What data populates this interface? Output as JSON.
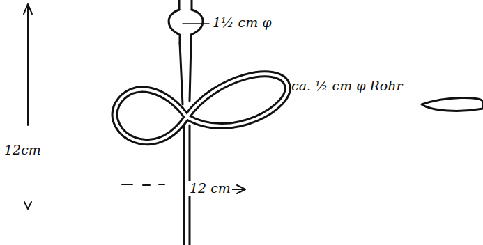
{
  "diagram": {
    "labels": [
      "12cm",
      "1½ cm φ",
      "ca. ½ cm φ Rohr",
      "12 cm"
    ]
  }
}
